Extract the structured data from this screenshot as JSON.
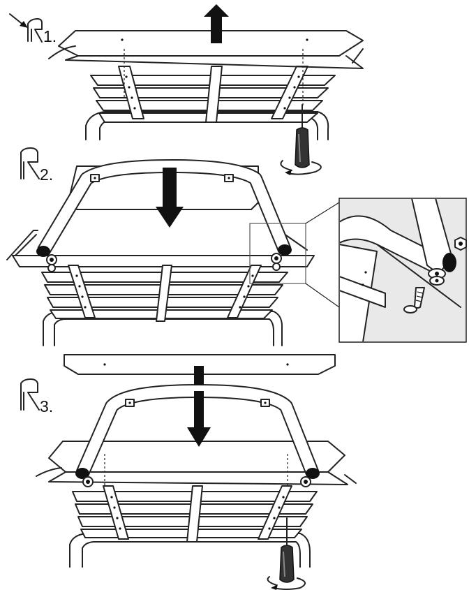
{
  "steps": [
    {
      "number": "1."
    },
    {
      "number": "2."
    },
    {
      "number": "3."
    }
  ],
  "icons": {
    "chair": "chair-icon",
    "arrow": "arrow-icon",
    "screwdriver": "screwdriver-icon",
    "rotation": "rotation-icon",
    "bolt": "bolt-icon",
    "nut": "nut-icon"
  },
  "colors": {
    "line": "#222222",
    "background": "#ffffff",
    "detail_fill": "#e9e9e9"
  }
}
